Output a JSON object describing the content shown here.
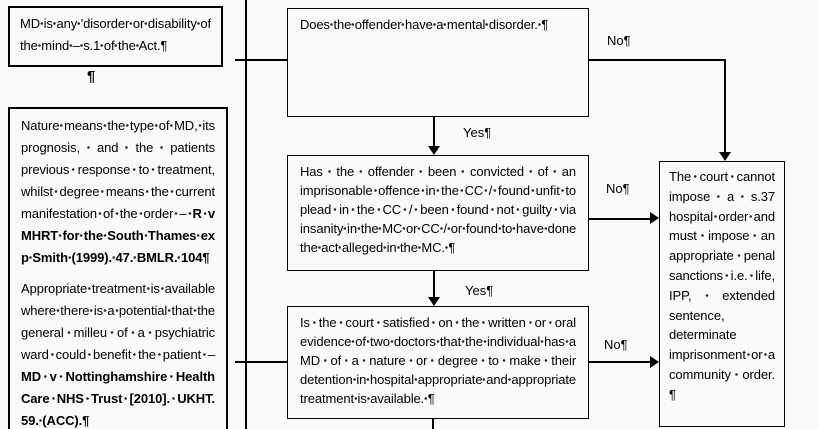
{
  "colors": {
    "canvas_background": "#f8fbf8",
    "box_border": "#000000",
    "text": "#000000",
    "space_dot": "#2e2e2e"
  },
  "notes": {
    "md_definition": "MD is any 'disorder or disability of the mind – s.1 of the Act.¶",
    "paragraph_mark": "¶",
    "nature_degree": {
      "normal": "Nature means the type of MD, its prognosis, and the patients previous response to treatment, whilst degree means the current manifestation of the order – ",
      "bold": "R v MHRT for the South Thames ex p Smith (1999). 47. BMLR. 104¶"
    },
    "appropriate_treatment": {
      "normal": "Appropriate treatment is available where there is a potential that the general milleu of a psychiatric ward could benefit the patient – ",
      "bold": "MD v Nottinghamshire Health Care NHS Trust [2010]. UKHT. 59. (ACC).¶"
    }
  },
  "flowchart": {
    "q_mental_disorder": "Does the offender have a mental disorder. ¶",
    "q_conviction": "Has the offender been convicted of an imprisonable offence in the CC / found unfit to plead in the CC / been found not guilty via insanity in the MC or CC / or found to have done the act alleged in the MC. ¶",
    "q_court_satisfied": "Is the court satisfied on the written or oral evidence of two doctors that the individual has a MD of a nature or degree to make their detention in hospital appropriate and appropriate treatment is available. ¶",
    "outcome_no_s37": "The court cannot impose a s.37 hospital order and must impose an appropriate penal sanctions i.e. life, IPP, extended sentence, determinate imprisonment or a community order. ¶",
    "label_yes_1": "Yes¶",
    "label_yes_2": "Yes¶",
    "label_no_1": "No¶",
    "label_no_2": "No¶",
    "label_no_3": "No¶"
  }
}
